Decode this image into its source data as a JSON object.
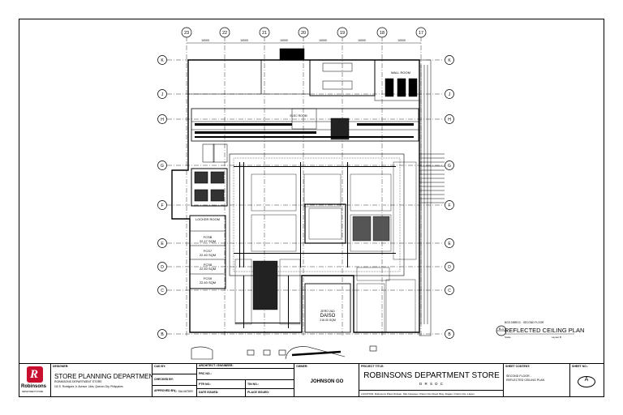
{
  "grid": {
    "columns": [
      "23",
      "22",
      "21",
      "20",
      "19",
      "18",
      "17"
    ],
    "rows": [
      "K",
      "J",
      "H",
      "G",
      "F",
      "E",
      "D",
      "C",
      "B"
    ],
    "dimensions": [
      "10000",
      "10000",
      "10000",
      "10000",
      "10000",
      "10000"
    ]
  },
  "plan": {
    "sheet_no": "B-1",
    "title_small": "BGS DIBRGC - SECOND FLOOR",
    "title": "REFLECTED CEILING PLAN",
    "scale_note": "Scale",
    "layout_note": "Layout B",
    "rooms": {
      "locker": "LOCKER ROOM",
      "fcsb": "FCSB",
      "fcs7": "FCS7",
      "fcs8": "FCS8",
      "fcs9": "FCS9",
      "area1": "22.17 SQM",
      "area2": "22.40 SQM",
      "area3": "22.40 SQM",
      "area4": "22.40 SQM",
      "daiso_top": "ZERO 2&D",
      "daiso": "DAISO",
      "daiso_area": "216.00 SQM",
      "mall": "MALL ROOM",
      "elec": "ELEC ROOM"
    }
  },
  "titleblock": {
    "designer_label": "DESIGNER:",
    "department": "STORE PLANNING DEPARTMENT",
    "dept_sub1": "ROBINSONS DEPARTMENT STORE",
    "dept_sub2": "110 E. Rodriguez Jr. Avenue, Libis, Quezon City, Philippines",
    "logo_text": "Robinsons",
    "logo_sub": "DEPARTMENT STORE",
    "cad_label": "CAD BY:",
    "checked_label": "CHECKED BY:",
    "approved_label": "APPROVED BY:",
    "approved_value": "D. SALVATIER",
    "arch_label": "ARCHITECT / ENGINEER:",
    "prc_label": "PRC NO.:",
    "ptr_label": "PTR NO.:",
    "tin_label": "TIN NO.:",
    "date_label": "DATE ISSUED:",
    "place_label": "PLACE ISSUED:",
    "owner_label": "OWNER:",
    "owner": "JOHNSON GO",
    "project_label": "PROJECT TITLE:",
    "project": "ROBINSONS DEPARTMENT STORE",
    "project_code": "D R S D C",
    "location": "LOCATION: Robinsons Place Dinisan, Nila Cangaya, Orterio City Road, Brgy. Dagan, Orterio City, Laiyes",
    "sheet_content_label": "SHEET CONTENT:",
    "sheet_content_1": "SECOND FLOOR -",
    "sheet_content_2": "REFLECTED CEILING PLAN",
    "sheet_no_label": "SHEET NO.:",
    "sheet_no": "A"
  }
}
